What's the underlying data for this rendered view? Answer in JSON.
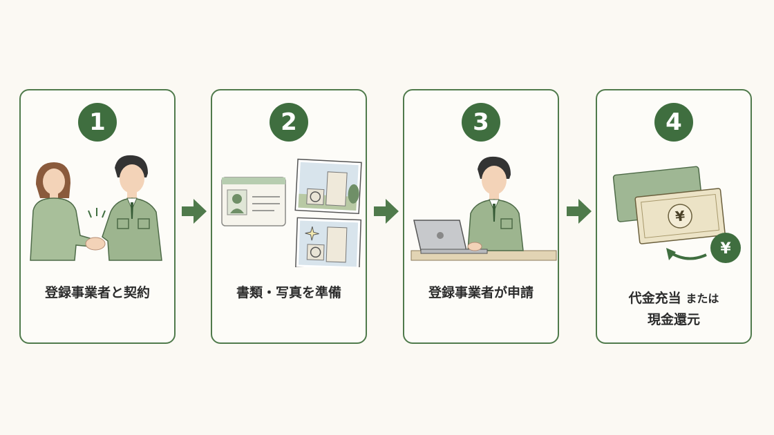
{
  "colors": {
    "accent": "#3f6e3f",
    "border": "#4f7a4b",
    "background": "#fbf9f3",
    "uniform": "#9db58f"
  },
  "steps": [
    {
      "number": "1",
      "label": "登録事業者と契約"
    },
    {
      "number": "2",
      "label": "書類・写真を準備"
    },
    {
      "number": "3",
      "label": "登録事業者が申請"
    },
    {
      "number": "4",
      "label_main": "代金充当",
      "label_or": "または",
      "label_line2": "現金還元"
    }
  ],
  "icons": {
    "step1": "handshake-icon",
    "step2": "document-photo-icon",
    "step3": "laptop-worker-icon",
    "step4": "cash-yen-icon",
    "connector": "arrow-right-icon",
    "currency_symbol": "¥"
  }
}
